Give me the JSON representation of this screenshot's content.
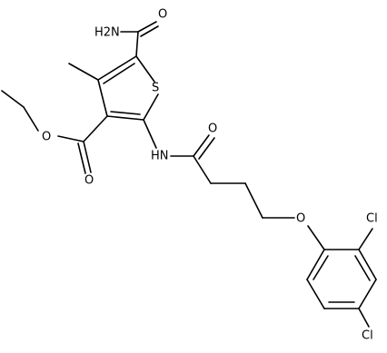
{
  "molecule": {
    "atom_labels": {
      "amide_nh2": "H2N",
      "amide_o": "O",
      "thiophene_s": "S",
      "ester_o_carbonyl": "O",
      "ester_o_ether": "O",
      "nh": "HN",
      "butanoyl_o": "O",
      "ether_o": "O",
      "cl_ortho": "Cl",
      "cl_para": "Cl"
    },
    "colors": {
      "bond": "#000000",
      "text": "#000000",
      "background": "#ffffff"
    }
  }
}
